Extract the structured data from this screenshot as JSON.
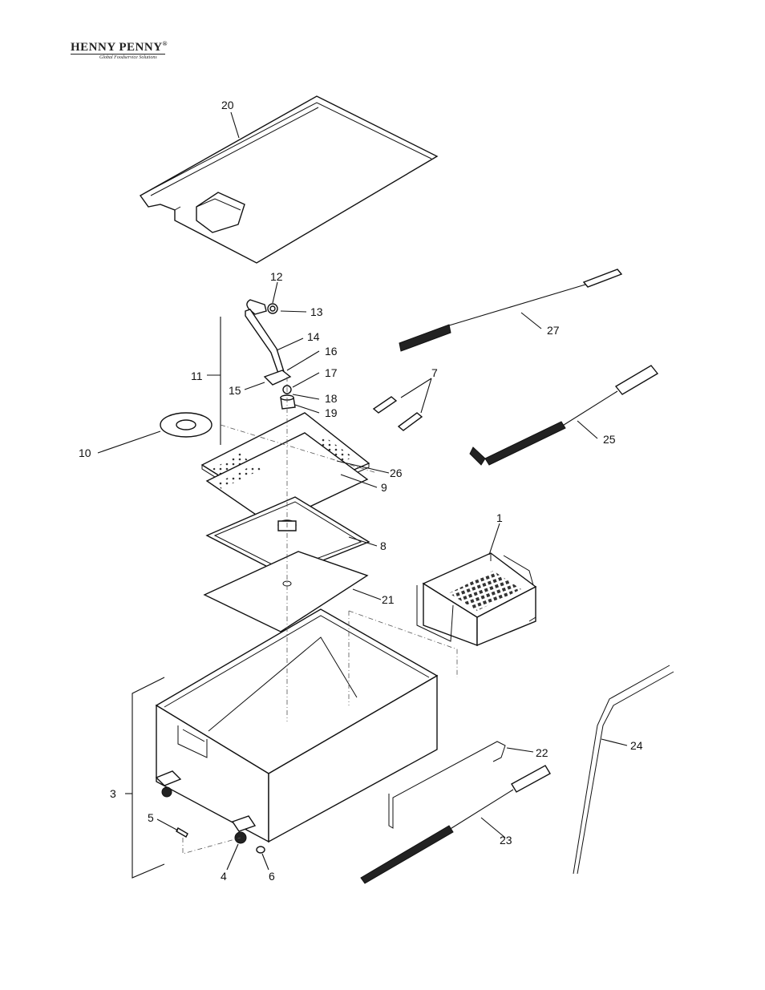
{
  "header": {
    "brand": "HENNY PENNY",
    "registered": "®",
    "tagline": "Global Foodservice Solutions"
  },
  "callouts": {
    "c1": "1",
    "c3": "3",
    "c4": "4",
    "c5": "5",
    "c6": "6",
    "c7": "7",
    "c8": "8",
    "c9": "9",
    "c10": "10",
    "c11": "11",
    "c12": "12",
    "c13": "13",
    "c14": "14",
    "c15": "15",
    "c16": "16",
    "c17": "17",
    "c18": "18",
    "c19": "19",
    "c20": "20",
    "c21": "21",
    "c22": "22",
    "c23": "23",
    "c24": "24",
    "c25": "25",
    "c26": "26",
    "c27": "27"
  }
}
